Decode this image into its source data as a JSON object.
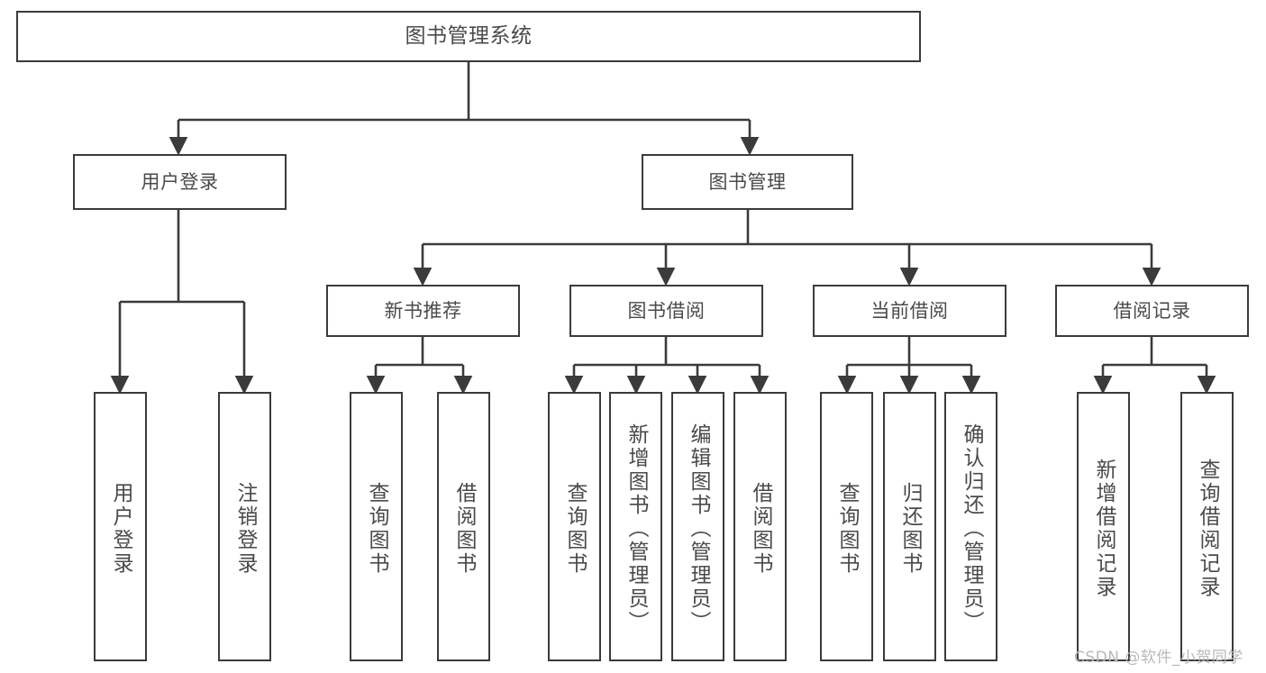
{
  "diagram": {
    "title": "图书管理系统",
    "type": "tree-structure-chart",
    "colors": {
      "box_border": "#3b3b3b",
      "box_fill": "#ffffff",
      "text": "#4a4a4a",
      "edge": "#3b3b3b",
      "watermark": "#b9b9b9",
      "background": "#ffffff"
    }
  },
  "root": {
    "label": "图书管理系统"
  },
  "level1": [
    {
      "label": "用户登录"
    },
    {
      "label": "图书管理"
    }
  ],
  "login_children": [
    {
      "label": "用户登录"
    },
    {
      "label": "注销登录"
    }
  ],
  "level2": [
    {
      "label": "新书推荐"
    },
    {
      "label": "图书借阅"
    },
    {
      "label": "当前借阅"
    },
    {
      "label": "借阅记录"
    }
  ],
  "newbook_children": [
    {
      "label": "查询图书"
    },
    {
      "label": "借阅图书"
    }
  ],
  "borrow_children": [
    {
      "label": "查询图书"
    },
    {
      "label": "新增图书（管理员）"
    },
    {
      "label": "编辑图书（管理员）"
    },
    {
      "label": "借阅图书"
    }
  ],
  "current_children": [
    {
      "label": "查询图书"
    },
    {
      "label": "归还图书"
    },
    {
      "label": "确认归还（管理员）"
    }
  ],
  "record_children": [
    {
      "label": "新增借阅记录"
    },
    {
      "label": "查询借阅记录"
    }
  ],
  "watermark": {
    "text": "CSDN @软件_小贺同学"
  }
}
